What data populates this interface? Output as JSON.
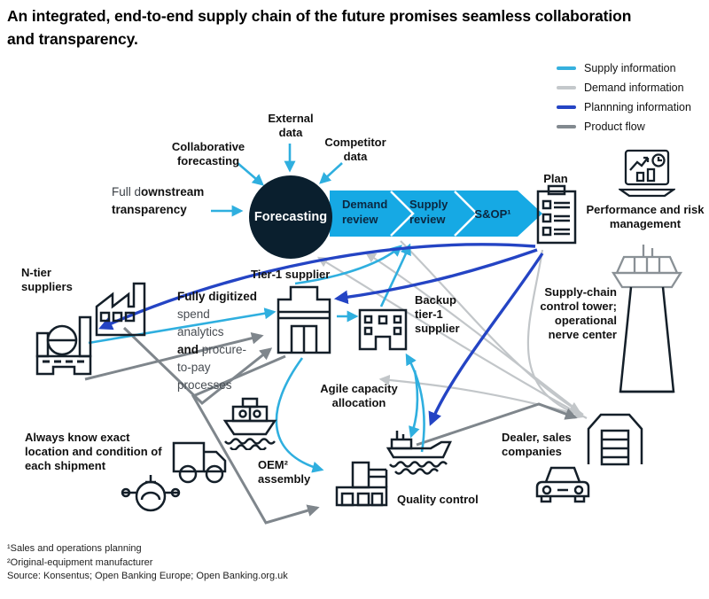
{
  "title": "An integrated, end-to-end supply chain of the future promises seamless collaboration and transparency.",
  "legend": [
    {
      "label": "Supply information",
      "color": "#35b0de"
    },
    {
      "label": "Demand information",
      "color": "#c4c8cb"
    },
    {
      "label": "Plannning information",
      "color": "#2444c4"
    },
    {
      "label": "Product flow",
      "color": "#82898f"
    }
  ],
  "process": {
    "forecasting_label": "Forecasting",
    "stages": [
      "Demand review",
      "Supply review",
      "S&OP¹"
    ],
    "plan_label": "Plan"
  },
  "inputs": {
    "collaborative": "Collaborative forecasting",
    "external": "External data",
    "competitor": "Competitor data",
    "downstream_light": "Full d",
    "downstream_bold": "ownstream",
    "downstream_line2": "transparency"
  },
  "annotations": {
    "digitized_l1": "Fully digitized",
    "digitized_l2": "spend",
    "digitized_l3": "analytics",
    "digitized_l4a": "and",
    "digitized_l4b": " procure-",
    "digitized_l5": "to-pay",
    "digitized_l6": "processes",
    "agile": "Agile capacity allocation",
    "shipment": "Always know exact location and condition of each shipment"
  },
  "nodes": {
    "ntier": "N-tier suppliers",
    "tier1": "Tier-1 supplier",
    "backup": "Backup tier-1 supplier",
    "performance": "Performance and risk management",
    "tower": "Supply-chain control tower; operational nerve center",
    "oem": "OEM² assembly",
    "quality": "Quality control",
    "dealer": "Dealer, sales companies"
  },
  "footnotes": {
    "fn1": "¹Sales and operations planning",
    "fn2": "²Original-equipment manufacturer",
    "source": "Source: Konsentus; Open Banking Europe; Open Banking.org.uk"
  }
}
